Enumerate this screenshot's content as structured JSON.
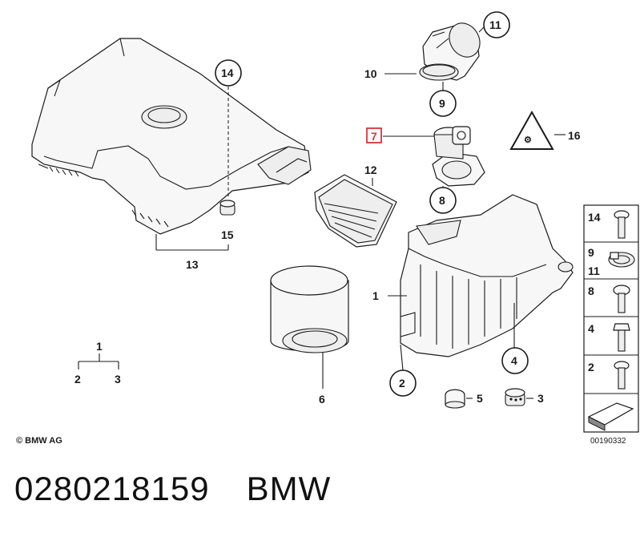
{
  "diagram": {
    "copyright": "© BMW AG",
    "drawing_number": "00190332",
    "highlighted_part": "7",
    "callouts": [
      "1",
      "2",
      "3",
      "4",
      "5",
      "6",
      "7",
      "8",
      "9",
      "10",
      "11",
      "12",
      "13",
      "14",
      "15",
      "16"
    ],
    "labels": {
      "p1_tree": "1",
      "p2_tree": "2",
      "p3_tree": "3",
      "p1": "1",
      "p2": "2",
      "p3": "3",
      "p4": "4",
      "p5": "5",
      "p6": "6",
      "p7": "7",
      "p8": "8",
      "p9": "9",
      "p10": "10",
      "p11": "11",
      "p12": "12",
      "p13": "13",
      "p14": "14",
      "p15": "15",
      "p16": "16"
    },
    "legend": {
      "row1": "14",
      "row2a": "9",
      "row2b": "11",
      "row3": "8",
      "row4": "4",
      "row5": "2"
    },
    "highlight_color": "#d9343a"
  },
  "footer": {
    "part_number": "0280218159",
    "brand": "BMW"
  }
}
